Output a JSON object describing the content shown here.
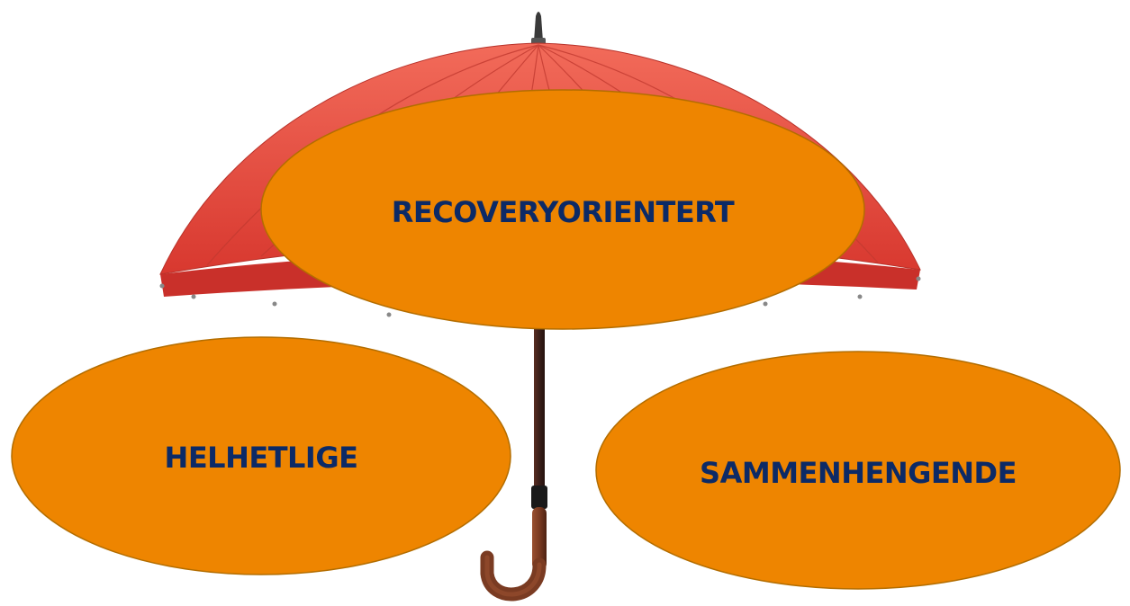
{
  "diagram": {
    "background_color": "#ffffff",
    "umbrella": {
      "canopy_color": "#e8493d",
      "canopy_light_color": "#f26b5a",
      "canopy_dark_color": "#c9302a",
      "shaft_color": "#3a1f1a",
      "handle_color": "#7a3b22",
      "tip_color": "#3a3a3a"
    },
    "ellipse_fill": "#ee8500",
    "ellipse_stroke": "#b36d00",
    "label_color": "#0c2a66",
    "nodes": [
      {
        "id": "top",
        "label": "RECOVERYORIENTERT"
      },
      {
        "id": "left",
        "label": "HELHETLIGE"
      },
      {
        "id": "right",
        "label": "SAMMENHENGENDE"
      }
    ]
  }
}
